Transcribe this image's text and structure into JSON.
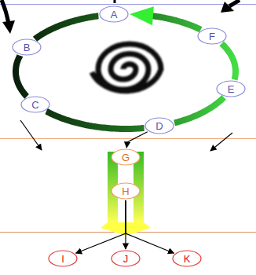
{
  "diagram": {
    "nodes": [
      {
        "text": [
          "A"
        ]
      },
      {
        "text": [
          "B"
        ]
      },
      {
        "text": [
          "C"
        ]
      },
      {
        "text": [
          "D"
        ]
      },
      {
        "text": [
          "E"
        ]
      },
      {
        "text": [
          "F"
        ]
      },
      {
        "text": [
          "G"
        ]
      },
      {
        "text": [
          "H"
        ]
      },
      {
        "text": [
          "I"
        ]
      },
      {
        "text": [
          "J"
        ]
      },
      {
        "text": [
          "K"
        ]
      }
    ],
    "edges": [
      {
        "from": 0,
        "to": 1,
        "arrow": "none"
      },
      {
        "from": 1,
        "to": 2,
        "arrow": "none"
      },
      {
        "from": 2,
        "to": 3,
        "arrow": "none"
      },
      {
        "from": 3,
        "to": 4,
        "arrow": "none"
      },
      {
        "from": 4,
        "to": 5,
        "arrow": "none"
      },
      {
        "from": 5,
        "to": 0,
        "arrow": "to"
      },
      {
        "from": 3,
        "to": 6,
        "arrow": "to"
      },
      {
        "from": 7,
        "to": 8,
        "arrow": "to"
      },
      {
        "from": 7,
        "to": 9,
        "arrow": "to"
      },
      {
        "from": 7,
        "to": 10,
        "arrow": "to"
      }
    ]
  }
}
